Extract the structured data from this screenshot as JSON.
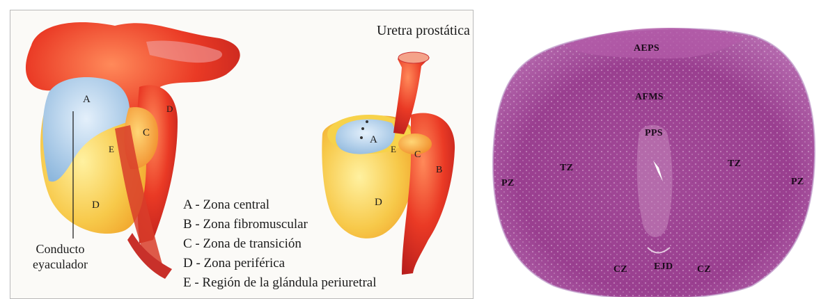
{
  "anatomy": {
    "labels": {
      "uretra": "Uretra prostática",
      "conducto": "Conducto\neyaculador",
      "zone_a": "A",
      "zone_b": "B",
      "zone_c": "C",
      "zone_d": "D",
      "zone_e": "E"
    },
    "legend": [
      "A - Zona central",
      "B - Zona fibromuscular",
      "C - Zona de transición",
      "D - Zona periférica",
      "E - Región de la glándula periuretral"
    ],
    "colors": {
      "zone_central": "#a9c9e6",
      "zone_peripheral": "#f6c64a",
      "zone_fibromuscular": "#e8402a",
      "bladder": "#e63a2e"
    }
  },
  "histology": {
    "labels": {
      "aeps": "AEPS",
      "afms": "AFMS",
      "pps": "PPS",
      "tz_left": "TZ",
      "tz_right": "TZ",
      "pz_left": "PZ",
      "pz_right": "PZ",
      "cz_left": "CZ",
      "ejd": "EJD",
      "cz_right": "CZ"
    },
    "colors": {
      "stain": "#9c3f92",
      "stain_light": "#c98bc0"
    }
  }
}
